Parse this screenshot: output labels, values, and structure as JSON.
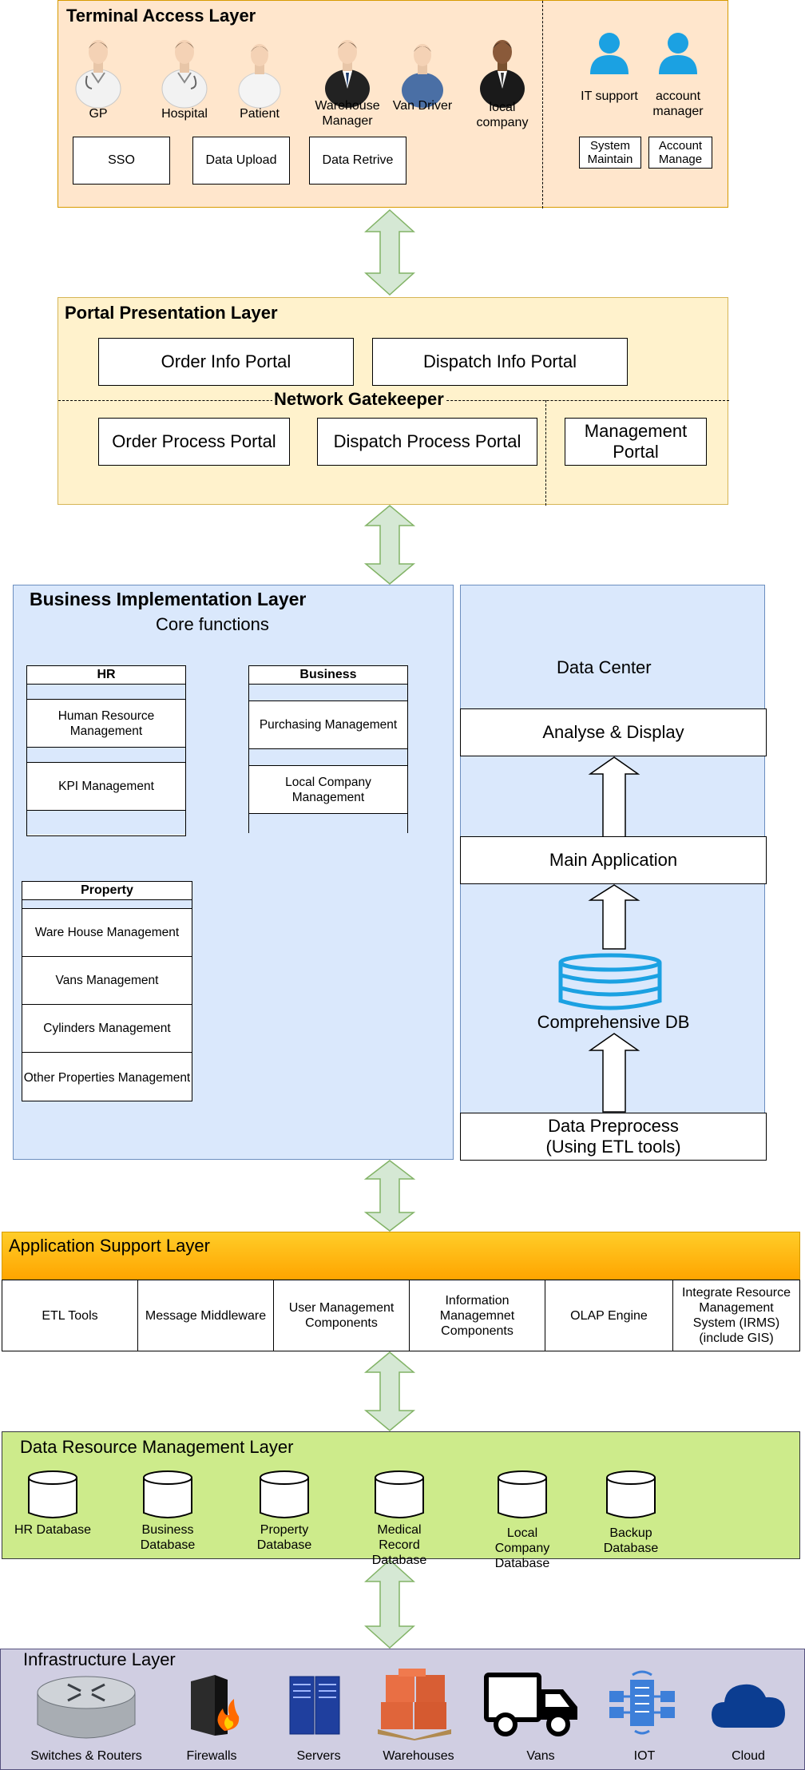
{
  "terminal": {
    "title": "Terminal Access Layer",
    "users": [
      "GP",
      "Hospital",
      "Patient",
      "Warehouse Manager",
      "Van Driver",
      "local company"
    ],
    "support_users": [
      "IT support",
      "account manager"
    ],
    "functions": [
      "SSO",
      "Data Upload",
      "Data Retrive"
    ],
    "support_functions": [
      "System Maintain",
      "Account Manage"
    ]
  },
  "portal": {
    "title": "Portal Presentation Layer",
    "info_portals": [
      "Order Info Portal",
      "Dispatch Info Portal"
    ],
    "gatekeeper": "Network Gatekeeper",
    "process_portals": [
      "Order Process Portal",
      "Dispatch Process Portal"
    ],
    "management_portal": "Management Portal"
  },
  "business": {
    "title": "Business Implementation Layer",
    "subtitle": "Core functions",
    "hr": {
      "header": "HR",
      "items": [
        "Human Resource Management",
        "KPI Management"
      ]
    },
    "business": {
      "header": "Business",
      "items": [
        "Purchasing Management",
        "Local Company Management"
      ]
    },
    "property": {
      "header": "Property",
      "items": [
        "Ware House Management",
        "Vans Management",
        "Cylinders Management",
        "Other Properties Management"
      ]
    }
  },
  "datacenter": {
    "title": "Data Center",
    "analyse": "Analyse & Display",
    "main_app": "Main Application",
    "db": "Comprehensive DB",
    "preprocess_line1": "Data Preprocess",
    "preprocess_line2": "(Using ETL tools)"
  },
  "support": {
    "title": "Application Support Layer",
    "items": [
      "ETL Tools",
      "Message Middleware",
      "User Management Components",
      "Information Managemnet Components",
      "OLAP Engine",
      "Integrate Resource Management System (IRMS) (include GIS)"
    ]
  },
  "resource": {
    "title": "Data Resource Management Layer",
    "databases": [
      "HR Database",
      "Business Database",
      "Property Database",
      "Medical Record Database",
      "Local Company Database",
      "Backup Database"
    ]
  },
  "infra": {
    "title": "Infrastructure Layer",
    "items": [
      "Switches & Routers",
      "Firewalls",
      "Servers",
      "Warehouses",
      "Vans",
      "IOT",
      "Cloud"
    ]
  },
  "colors": {
    "terminal_fill": "#ffe6cc",
    "terminal_border": "#d79b00",
    "portal_fill": "#fff2cc",
    "portal_border": "#d6b656",
    "business_fill": "#dae8fc",
    "business_border": "#6c8ebf",
    "support_gradient_top": "#ffcd28",
    "support_gradient_bottom": "#ffa500",
    "resource_fill": "#cdeb8b",
    "resource_border": "#36393d",
    "infra_fill": "#d0cee2",
    "infra_border": "#56517e",
    "arrow_fill": "#d5e8d4",
    "arrow_border": "#82b366",
    "person_blue": "#1ba1e2"
  }
}
